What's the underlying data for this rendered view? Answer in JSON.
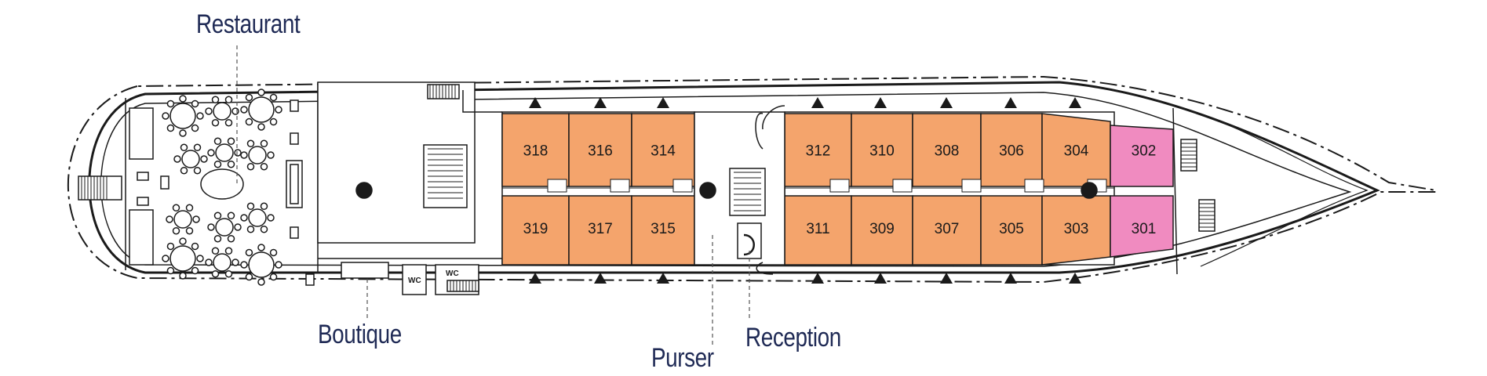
{
  "labels": {
    "restaurant": "Restaurant",
    "boutique": "Boutique",
    "purser": "Purser",
    "reception": "Reception",
    "wc": "WC"
  },
  "cabins": {
    "standard_color": "#f4a46c",
    "suite_color": "#f08bc0",
    "top_row": [
      "318",
      "316",
      "314",
      "312",
      "310",
      "308",
      "306",
      "304",
      "302"
    ],
    "bottom_row": [
      "319",
      "317",
      "315",
      "311",
      "309",
      "307",
      "305",
      "303",
      "301"
    ],
    "suites": [
      "302",
      "301"
    ]
  },
  "colors": {
    "outline": "#1a1a1a",
    "label": "#1f2a55"
  }
}
